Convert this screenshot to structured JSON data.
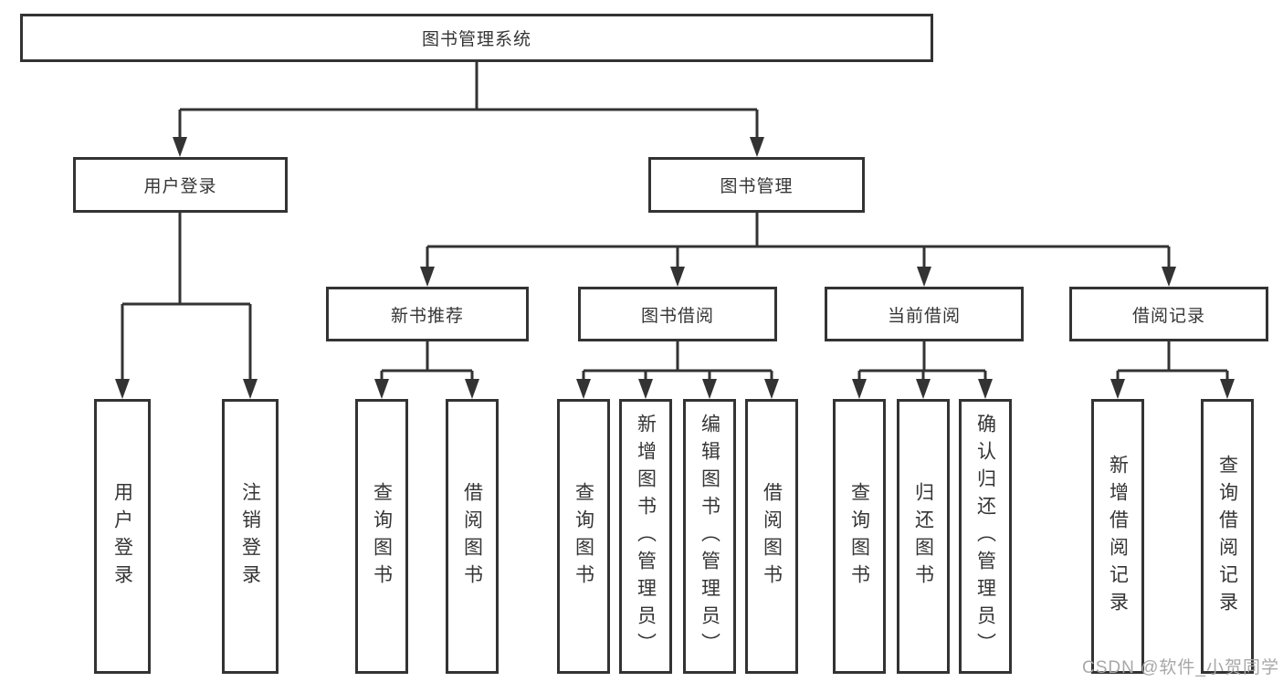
{
  "diagram": {
    "root": {
      "label": "图书管理系统"
    },
    "branches": [
      {
        "label": "用户登录",
        "children": [
          {
            "label": "用户登录"
          },
          {
            "label": "注销登录"
          }
        ]
      },
      {
        "label": "图书管理",
        "children": [
          {
            "label": "新书推荐",
            "children": [
              {
                "label": "查询图书"
              },
              {
                "label": "借阅图书"
              }
            ]
          },
          {
            "label": "图书借阅",
            "children": [
              {
                "label": "查询图书"
              },
              {
                "label": "新增图书（管理员）"
              },
              {
                "label": "编辑图书（管理员）"
              },
              {
                "label": "借阅图书"
              }
            ]
          },
          {
            "label": "当前借阅",
            "children": [
              {
                "label": "查询图书"
              },
              {
                "label": "归还图书"
              },
              {
                "label": "确认归还（管理员）"
              }
            ]
          },
          {
            "label": "借阅记录",
            "children": [
              {
                "label": "新增借阅记录"
              },
              {
                "label": "查询借阅记录"
              }
            ]
          }
        ]
      }
    ]
  },
  "watermark": {
    "text": "CSDN @软件_小贺同学"
  },
  "colors": {
    "line": "#333333",
    "text": "#353535",
    "background": "#ffffff",
    "watermark": "#a8a8a8"
  }
}
